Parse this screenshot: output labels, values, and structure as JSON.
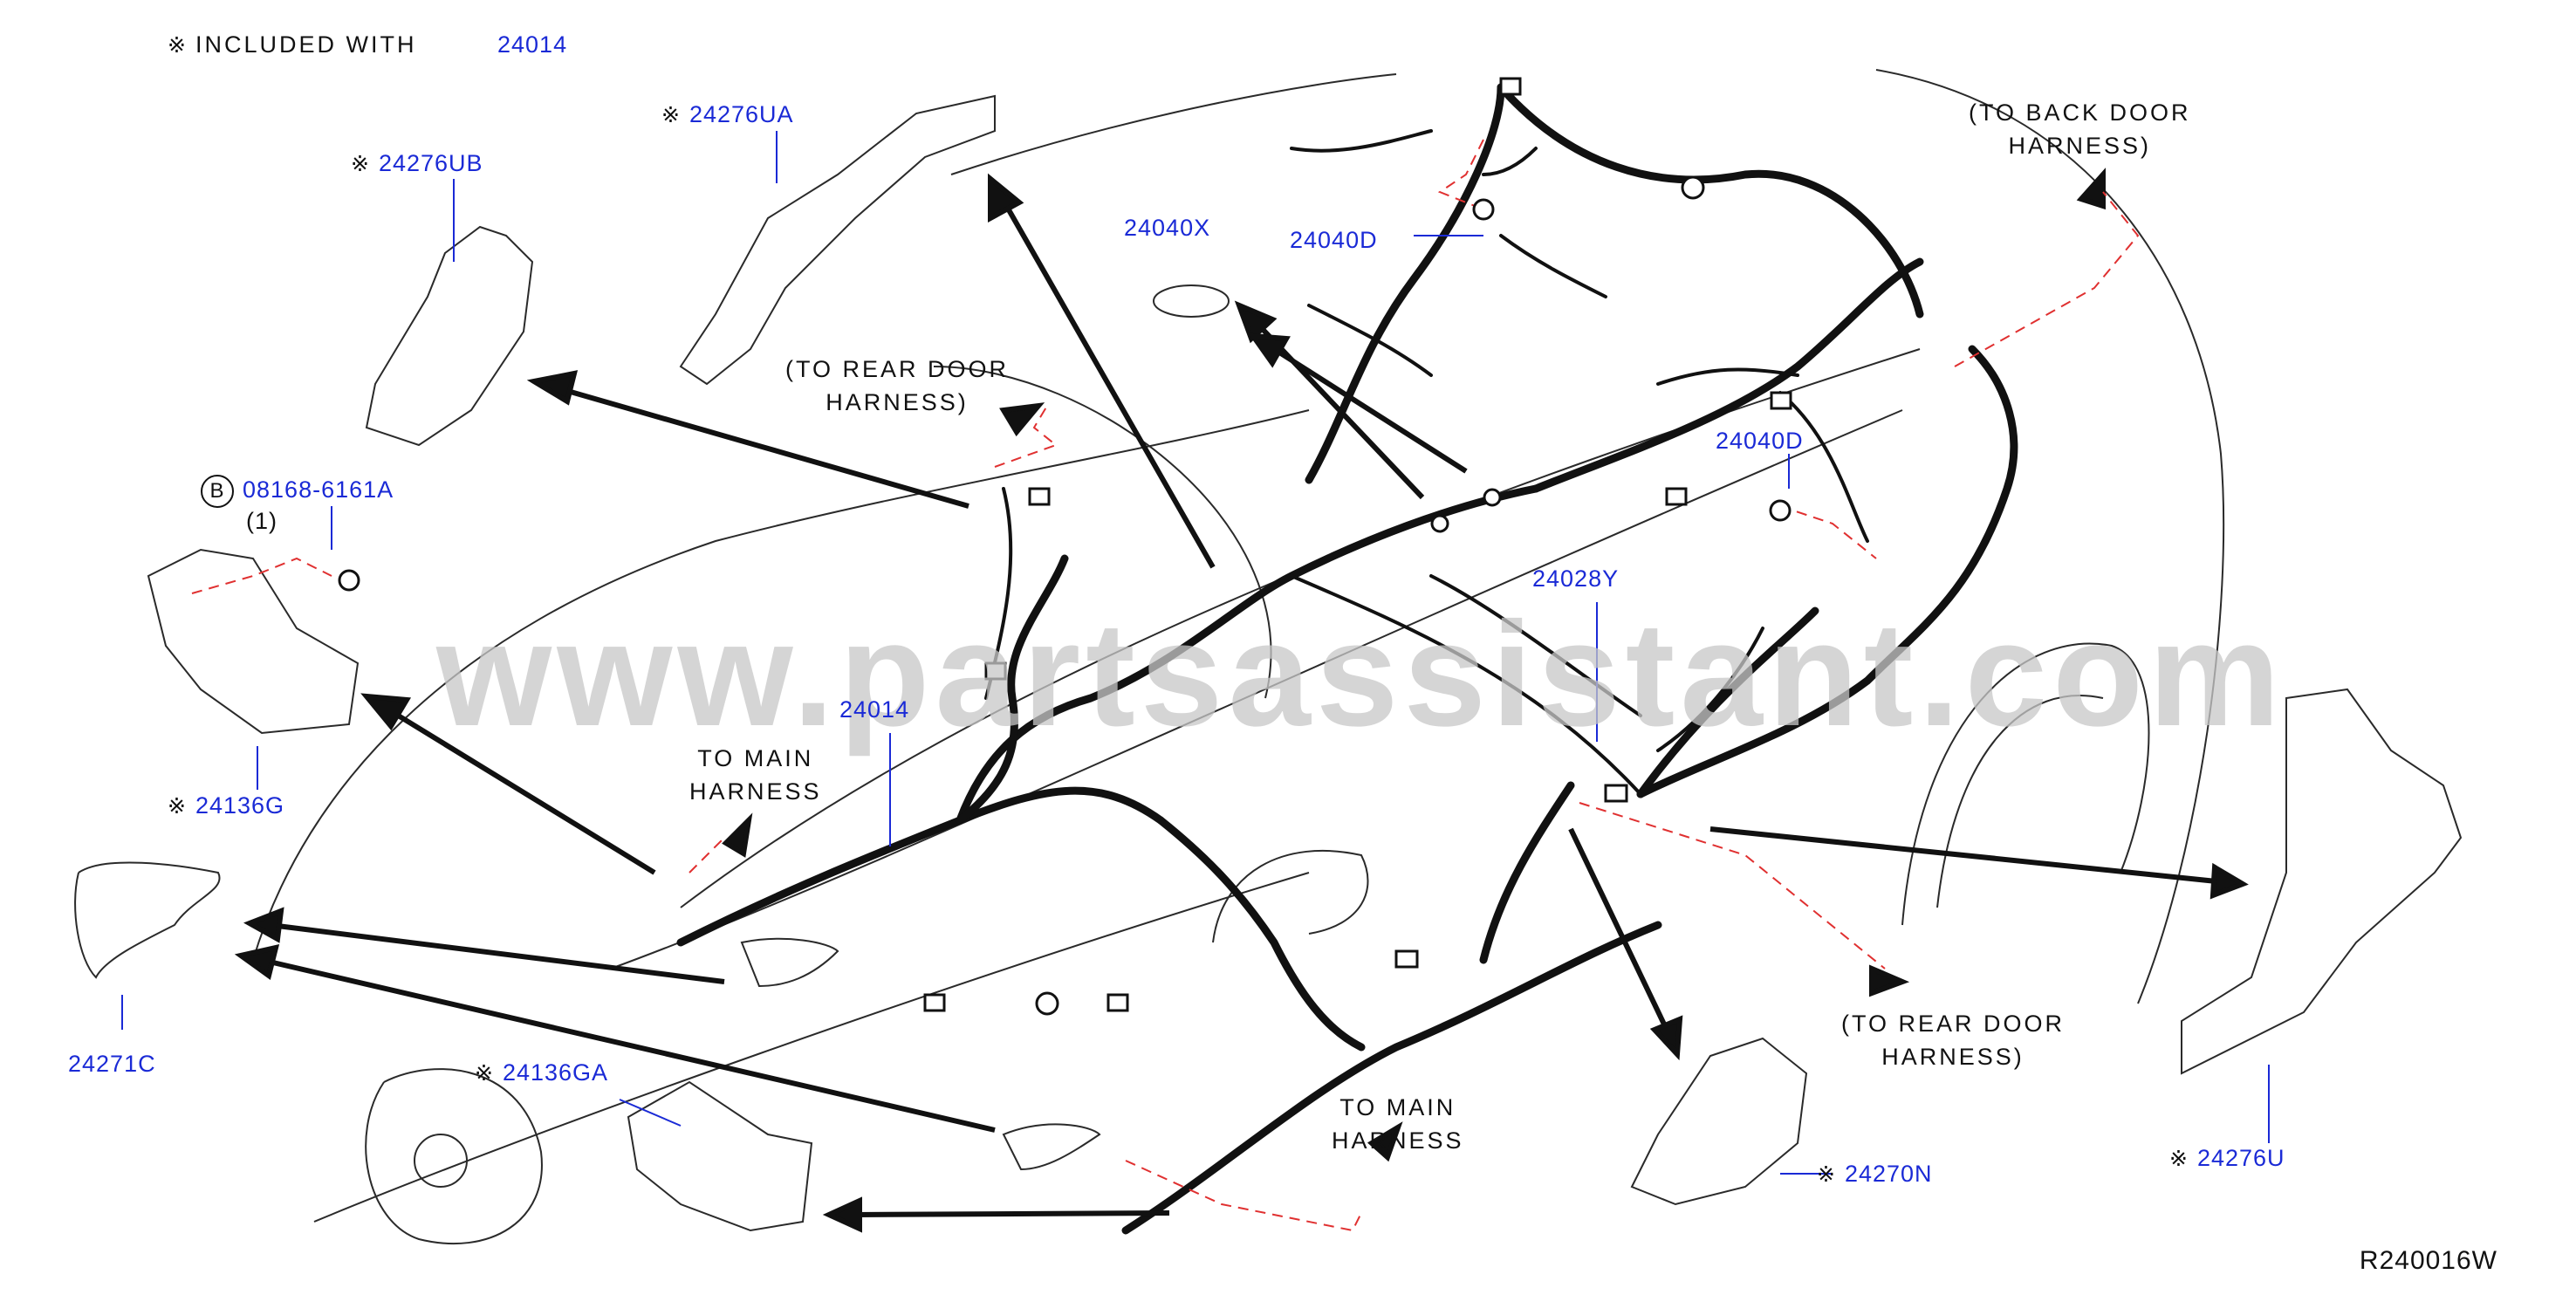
{
  "legend": {
    "symbol": "※",
    "text": "INCLUDED  WITH",
    "ref": "24014"
  },
  "parts": {
    "p24276UA": "24276UA",
    "p24276UB": "24276UB",
    "p08168": "08168-6161A",
    "p08168_qty": "(1)",
    "p08168_prefix": "B",
    "p24136G": "24136G",
    "p24271C": "24271C",
    "p24136GA": "24136GA",
    "p24014": "24014",
    "p24040X": "24040X",
    "p24040D_a": "24040D",
    "p24040D_b": "24040D",
    "p24028Y": "24028Y",
    "p24270N": "24270N",
    "p24276U": "24276U"
  },
  "notes": {
    "rear_door_1_a": "(TO  REAR  DOOR",
    "rear_door_1_b": "HARNESS)",
    "main_1_a": "TO  MAIN",
    "main_1_b": "HARNESS",
    "main_2_a": "TO  MAIN",
    "main_2_b": "HARNESS",
    "rear_door_2_a": "(TO  REAR  DOOR",
    "rear_door_2_b": "HARNESS)",
    "back_door_a": "(TO  BACK  DOOR",
    "back_door_b": "HARNESS)"
  },
  "watermark": "www.partsassistant.com",
  "diagram_code": "R240016W",
  "colors": {
    "part_number": "#1a2ad6",
    "line": "#111111",
    "leader": "#1a2ad6",
    "dashed_ref": "#e03030"
  },
  "icons": [
    "included-symbol-icon",
    "bolt-icon",
    "clip-icon",
    "grommet-icon"
  ]
}
